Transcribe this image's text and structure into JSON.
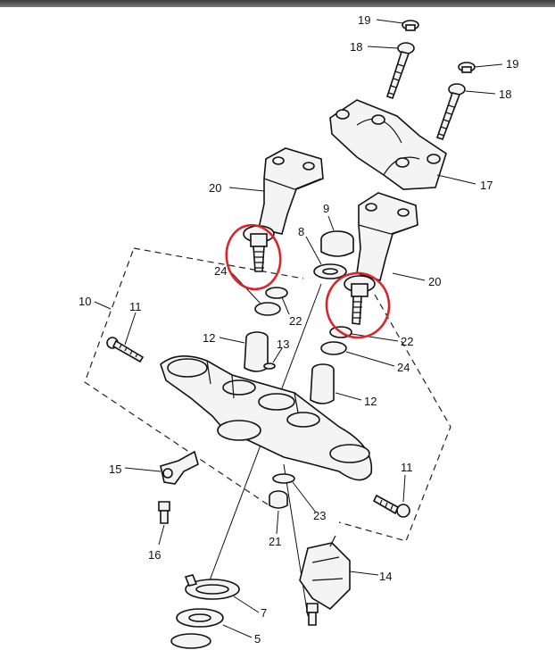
{
  "diagram": {
    "labels": [
      {
        "text": "19"
      },
      {
        "text": "18"
      },
      {
        "text": "19"
      },
      {
        "text": "18"
      },
      {
        "text": "17"
      },
      {
        "text": "20"
      },
      {
        "text": "9"
      },
      {
        "text": "8"
      },
      {
        "text": "20"
      },
      {
        "text": "24"
      },
      {
        "text": "22"
      },
      {
        "text": "10"
      },
      {
        "text": "11"
      },
      {
        "text": "12"
      },
      {
        "text": "13"
      },
      {
        "text": "22"
      },
      {
        "text": "24"
      },
      {
        "text": "12"
      },
      {
        "text": "11"
      },
      {
        "text": "15"
      },
      {
        "text": "23"
      },
      {
        "text": "16"
      },
      {
        "text": "21"
      },
      {
        "text": "14"
      },
      {
        "text": "7"
      },
      {
        "text": "5"
      }
    ],
    "highlight_color": "#d8262b"
  }
}
